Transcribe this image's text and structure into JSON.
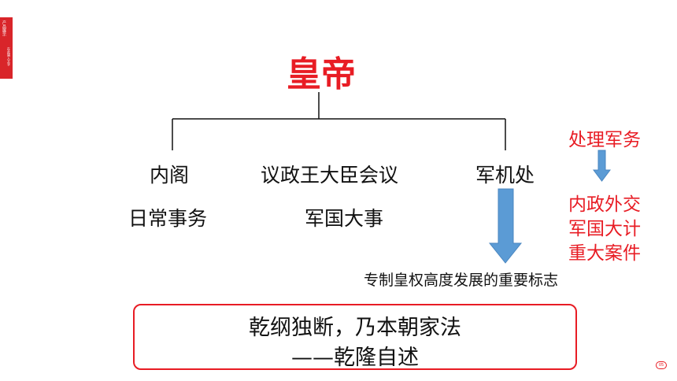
{
  "sidebar": {
    "line1": "产品展示",
    "line2": "在此输入文字"
  },
  "root": {
    "label": "皇帝"
  },
  "branches": [
    {
      "name": "内阁",
      "duty": "日常事务"
    },
    {
      "name": "议政王大臣会议",
      "duty": "军国大事"
    },
    {
      "name": "军机处",
      "duty": ""
    }
  ],
  "side_note": {
    "top": "处理军务",
    "items": [
      "内政外交",
      "军国大计",
      "重大案件"
    ]
  },
  "conclusion": "专制皇权高度发展的重要标志",
  "quote": {
    "line1": "乾纲独断，乃本朝家法",
    "line2": "——乾隆自述"
  },
  "page_number": "05",
  "colors": {
    "accent": "#e81c24",
    "arrow": "#5b9bd5",
    "text": "#111111"
  }
}
